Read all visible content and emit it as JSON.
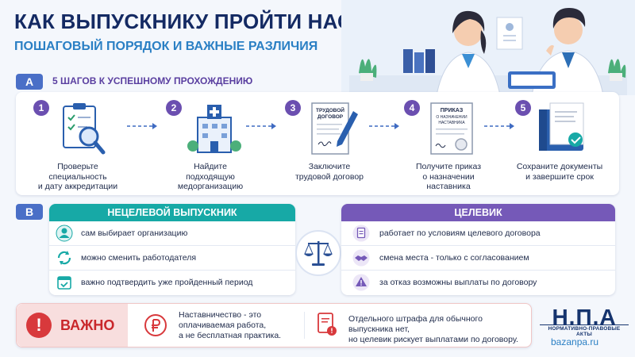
{
  "header": {
    "title": "КАК ВЫПУСКНИКУ ПРОЙТИ НАСТАВНИЧЕСТВО",
    "subtitle": "ПОШАГОВЫЙ ПОРЯДОК И ВАЖНЫЕ РАЗЛИЧИЯ"
  },
  "section_a": {
    "badge": "A",
    "heading": "5 ШАГОВ К УСПЕШНОМУ ПРОХОЖДЕНИЮ",
    "steps": [
      {
        "num": "1",
        "label": "Проверьте\nспециальность\nи дату аккредитации",
        "icon": "checklist-magnifier-icon"
      },
      {
        "num": "2",
        "label": "Найдите\nподходящую\nмедорганизацию",
        "icon": "hospital-icon"
      },
      {
        "num": "3",
        "label": "Заключите\nтрудовой договор",
        "icon": "contract-pen-icon",
        "doc_title_1": "ТРУДОВОЙ",
        "doc_title_2": "ДОГОВОР"
      },
      {
        "num": "4",
        "label": "Получите приказ\nо назначении\nнаставника",
        "icon": "order-document-icon",
        "doc_title_1": "ПРИКАЗ",
        "doc_title_2": "О НАЗНАЧЕНИИ",
        "doc_title_3": "НАСТАВНИКА"
      },
      {
        "num": "5",
        "label": "Сохраните документы\nи завершите срок",
        "icon": "folder-check-icon"
      }
    ]
  },
  "section_b": {
    "badge": "B",
    "left": {
      "title": "НЕЦЕЛЕВОЙ ВЫПУСКНИК",
      "rows": [
        {
          "icon": "person-icon",
          "text": "сам выбирает организацию"
        },
        {
          "icon": "refresh-icon",
          "text": "можно сменить работодателя"
        },
        {
          "icon": "calendar-check-icon",
          "text": "важно подтвердить уже пройденный период"
        }
      ]
    },
    "right": {
      "title": "ЦЕЛЕВИК",
      "rows": [
        {
          "icon": "document-icon",
          "text": "работает по условиям целевого договора"
        },
        {
          "icon": "handshake-icon",
          "text": "смена места - только с согласованием"
        },
        {
          "icon": "warning-icon",
          "text": "за отказ возможны выплаты по договору"
        }
      ]
    },
    "center_icon": "scales-icon"
  },
  "warning": {
    "mark": "!",
    "label": "ВАЖНО",
    "text1": "Наставничество - это\nоплачиваемая работа,\nа не бесплатная практика.",
    "text2": "Отдельного штрафа для обычного выпускника нет,\nно целевик рискует выплатами по договору."
  },
  "brand": {
    "logo_text": "Н.П.А",
    "logo_sub": "НОРМАТИВНО-ПРАВОВЫЕ АКТЫ",
    "site": "bazanpa.ru"
  },
  "colors": {
    "navy": "#142a63",
    "blue": "#2a7fc4",
    "purple": "#6b4fb0",
    "teal": "#17a9a6",
    "red": "#d8393c"
  }
}
